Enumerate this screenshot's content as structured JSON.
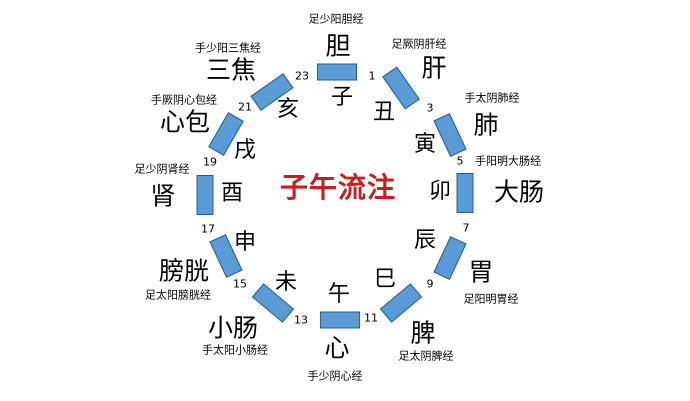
{
  "title": "子午流注",
  "colors": {
    "title": "#c81e1e",
    "segment_fill": "#5b9bd5",
    "segment_border": "#1f5f99",
    "text": "#000000"
  },
  "branches": [
    "子",
    "丑",
    "寅",
    "卯",
    "辰",
    "巳",
    "午",
    "未",
    "申",
    "酉",
    "戌",
    "亥"
  ],
  "organs": [
    "胆",
    "肝",
    "肺",
    "大肠",
    "胃",
    "脾",
    "心",
    "小肠",
    "膀胱",
    "肾",
    "心包",
    "三焦"
  ],
  "meridians": [
    "足少阳胆经",
    "足厥阴肝经",
    "手太阴肺经",
    "手阳明大肠经",
    "足阳明胃经",
    "足太阴脾经",
    "手少阴心经",
    "手太阳小肠经",
    "足太阳膀胱经",
    "足少阴肾经",
    "手厥阴心包经",
    "手少阳三焦经"
  ],
  "hours": [
    "23",
    "1",
    "3",
    "5",
    "7",
    "9",
    "11",
    "13",
    "15",
    "17",
    "19",
    "21"
  ]
}
